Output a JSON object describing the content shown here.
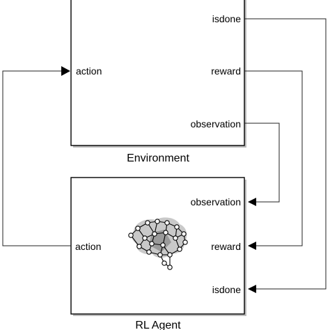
{
  "environment": {
    "caption": "Environment",
    "inputs": {
      "action": "action"
    },
    "outputs": {
      "isdone": "isdone",
      "reward": "reward",
      "observation": "observation"
    }
  },
  "agent": {
    "caption": "RL Agent",
    "inputs": {
      "observation": "observation",
      "reward": "reward",
      "isdone": "isdone"
    },
    "outputs": {
      "action": "action"
    },
    "icon": "neural-network-brain-icon"
  },
  "colors": {
    "block_border": "#000000",
    "block_shadow": "#bdbdbd",
    "wire": "#222222",
    "brain_fill": "#c9c9c9"
  }
}
